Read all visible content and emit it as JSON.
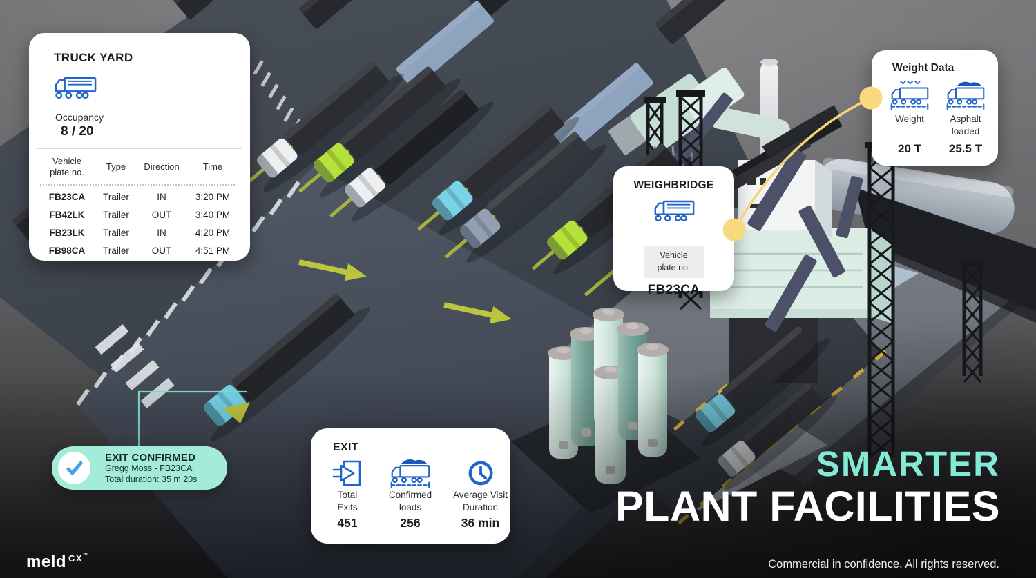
{
  "truck_yard_card": {
    "title": "TRUCK YARD",
    "occupancy_label": "Occupancy",
    "occupancy_value": "8 / 20",
    "table": {
      "headers": {
        "plate": "Vehicle plate no.",
        "type": "Type",
        "direction": "Direction",
        "time": "Time"
      },
      "rows": [
        {
          "plate": "FB23CA",
          "type": "Trailer",
          "direction": "IN",
          "time": "3:20 PM"
        },
        {
          "plate": "FB42LK",
          "type": "Trailer",
          "direction": "OUT",
          "time": "3:40 PM"
        },
        {
          "plate": "FB23LK",
          "type": "Trailer",
          "direction": "IN",
          "time": "4:20 PM"
        },
        {
          "plate": "FB98CA",
          "type": "Trailer",
          "direction": "OUT",
          "time": "4:51 PM"
        }
      ]
    }
  },
  "weighbridge_card": {
    "title": "WEIGHBRIDGE",
    "plate_label": "Vehicle plate no.",
    "plate_value": "FB23CA"
  },
  "weight_data_card": {
    "title": "Weight Data",
    "stats": [
      {
        "icon": "truck-weigh-icon",
        "label": "Weight",
        "value": "20 T"
      },
      {
        "icon": "truck-loaded-icon",
        "label": "Asphalt loaded",
        "value": "25.5 T"
      }
    ]
  },
  "exit_confirmed": {
    "title": "EXIT CONFIRMED",
    "driver": "Gregg Moss - FB23CA",
    "duration": "Total duration: 35 m 20s"
  },
  "exit_card": {
    "title": "EXIT",
    "stats": [
      {
        "icon": "exit-arrow-icon",
        "label": "Total Exits",
        "value": "451"
      },
      {
        "icon": "truck-loaded-icon",
        "label": "Confirmed loads",
        "value": "256"
      },
      {
        "icon": "clock-icon",
        "label": "Average Visit Duration",
        "value": "36 min"
      }
    ]
  },
  "branding": {
    "headline_accent": "SMARTER",
    "headline_main": "PLANT FACILITIES",
    "footer_note": "Commercial in confidence. All rights reserved.",
    "logo_text": "meld",
    "logo_suffix": "CX",
    "logo_tm": "™"
  },
  "colors": {
    "icon_blue": "#2065C9",
    "accent_teal": "#82EAD6",
    "pill_teal": "#A5ECD8",
    "check_blue": "#44A1E8",
    "connector_yellow": "#F6D476",
    "exit_line_teal": "#7FE5D2"
  }
}
